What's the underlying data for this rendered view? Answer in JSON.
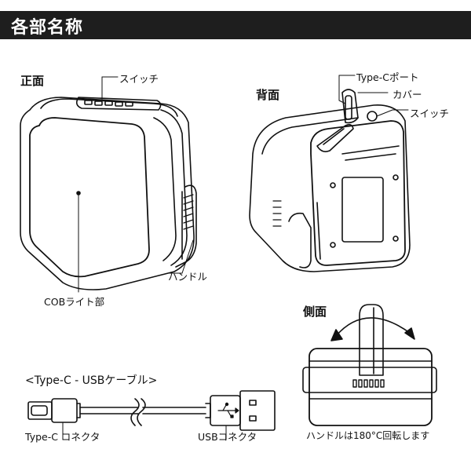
{
  "header": {
    "title": "各部名称"
  },
  "front": {
    "heading": "正面",
    "switch_label": "スイッチ",
    "handle_label": "ハンドル",
    "cob_label": "COBライト部"
  },
  "back": {
    "heading": "背面",
    "typec_port_label": "Type-Cポート",
    "cover_label": "カバー",
    "switch_label": "スイッチ"
  },
  "side": {
    "heading": "側面",
    "rotation_note": "ハンドルは180°C回転します"
  },
  "cable": {
    "title": "<Type-C - USBケーブル>",
    "typec_connector_label": "Type-C コネクタ",
    "usb_connector_label": "USBコネクタ"
  },
  "colors": {
    "header_bg": "#1e1e1e",
    "header_text": "#ffffff",
    "line": "#111111"
  }
}
